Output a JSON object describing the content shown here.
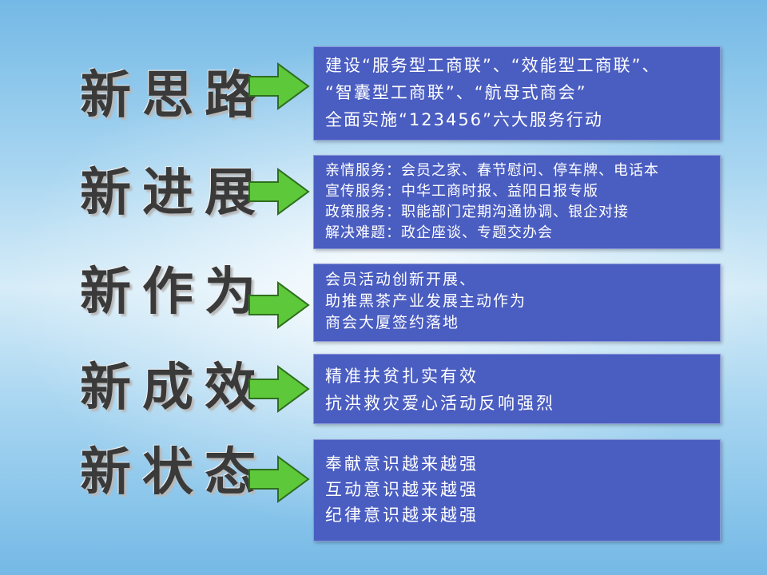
{
  "rows": [
    {
      "heading": "新思路",
      "lines": [
        "建设“服务型工商联”、“效能型工商联”、",
        "“智囊型工商联”、“航母式商会”",
        "全面实施“123456”六大服务行动"
      ]
    },
    {
      "heading": "新进展",
      "lines": [
        "亲情服务：会员之家、春节慰问、停车牌、电话本",
        "宣传服务：中华工商时报、益阳日报专版",
        "政策服务：职能部门定期沟通协调、银企对接",
        "解决难题：政企座谈、专题交办会"
      ]
    },
    {
      "heading": "新作为",
      "lines": [
        "会员活动创新开展、",
        "助推黑茶产业发展主动作为",
        "商会大厦签约落地"
      ]
    },
    {
      "heading": "新成效",
      "lines": [
        "精准扶贫扎实有效",
        "抗洪救灾爱心活动反响强烈"
      ]
    },
    {
      "heading": "新状态",
      "lines": [
        "奉献意识越来越强",
        "互动意识越来越强",
        "纪律意识越来越强"
      ]
    }
  ],
  "colors": {
    "box_fill": "#4a5dc1",
    "arrow_fill": "#5cc83a",
    "heading_text": "#3a3a3a"
  },
  "icons": {
    "arrow": "right-arrow-icon"
  }
}
